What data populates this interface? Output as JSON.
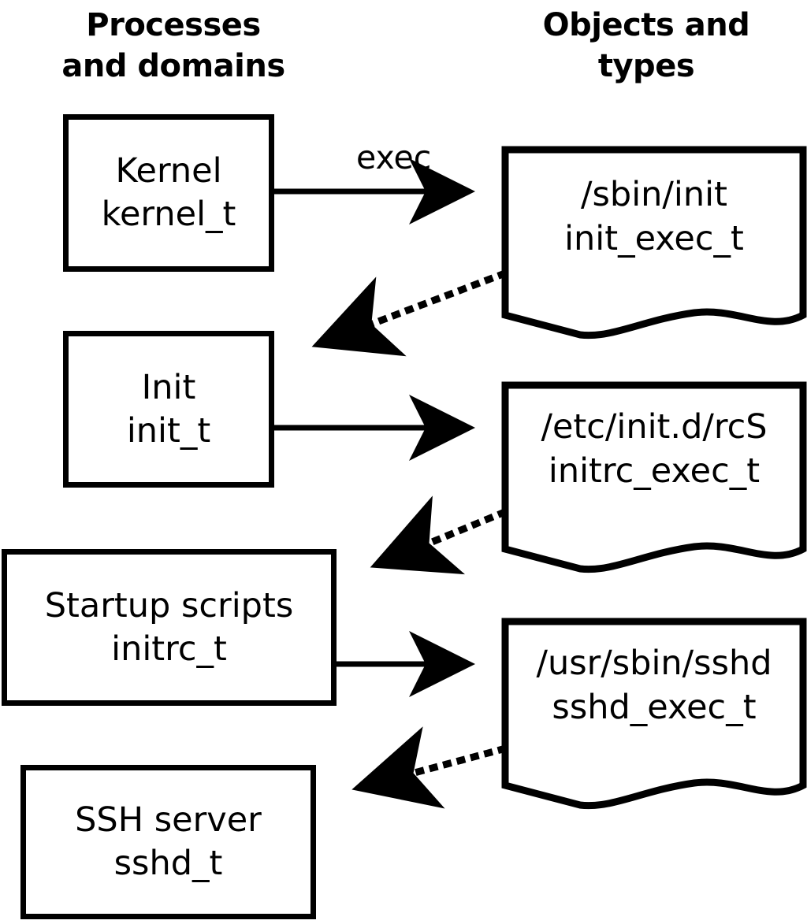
{
  "diagram": {
    "title_left": "Processes\nand domains",
    "headers": {
      "left_line1": "Processes",
      "left_line2": "and domains",
      "right_line1": "Objects and",
      "right_line2": "types"
    },
    "colors": {
      "stroke": "#000000",
      "fill": "#ffffff",
      "text": "#000000"
    },
    "process_nodes": [
      {
        "id": "kernel",
        "line1": "Kernel",
        "line2": "kernel_t"
      },
      {
        "id": "init",
        "line1": "Init",
        "line2": "init_t"
      },
      {
        "id": "initrc",
        "line1": "Startup scripts",
        "line2": "initrc_t"
      },
      {
        "id": "sshd",
        "line1": "SSH server",
        "line2": "sshd_t"
      }
    ],
    "object_nodes": [
      {
        "id": "init_exec",
        "line1": "/sbin/init",
        "line2": "init_exec_t"
      },
      {
        "id": "initrc_exec",
        "line1": "/etc/init.d/rcS",
        "line2": "initrc_exec_t"
      },
      {
        "id": "sshd_exec",
        "line1": "/usr/sbin/sshd",
        "line2": "sshd_exec_t"
      }
    ],
    "edges": [
      {
        "id": "kernel-exec-init_exec",
        "from": "kernel",
        "to": "init_exec",
        "label": "exec",
        "style": "solid"
      },
      {
        "id": "init_exec-transition",
        "from": "init_exec",
        "to": "init",
        "label": "",
        "style": "dotted"
      },
      {
        "id": "init-exec-initrc_exec",
        "from": "init",
        "to": "initrc_exec",
        "label": "",
        "style": "solid"
      },
      {
        "id": "initrc_exec-transition",
        "from": "initrc_exec",
        "to": "initrc",
        "label": "",
        "style": "dotted"
      },
      {
        "id": "initrc-exec-sshd_exec",
        "from": "initrc",
        "to": "sshd_exec",
        "label": "",
        "style": "solid"
      },
      {
        "id": "sshd_exec-transition",
        "from": "sshd_exec",
        "to": "sshd",
        "label": "",
        "style": "dotted"
      }
    ]
  }
}
